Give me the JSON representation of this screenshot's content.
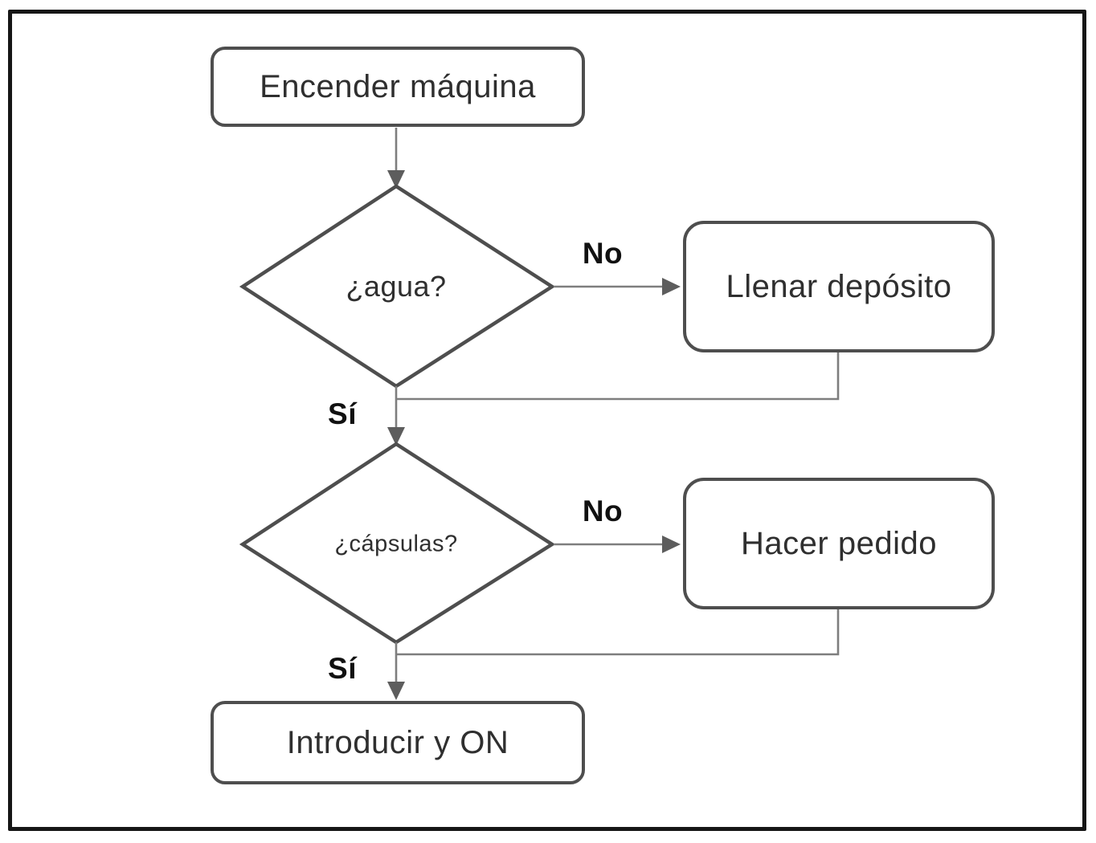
{
  "diagram": {
    "title_hint": "Coffee machine start-up flowchart (Spanish)",
    "nodes": {
      "start": {
        "label": "Encender máquina",
        "type": "process"
      },
      "agua": {
        "label": "¿agua?",
        "type": "decision"
      },
      "llenar": {
        "label": "Llenar depósito",
        "type": "process"
      },
      "capsulas": {
        "label": "¿cápsulas?",
        "type": "decision"
      },
      "hacer": {
        "label": "Hacer pedido",
        "type": "process"
      },
      "introducir": {
        "label": "Introducir y ON",
        "type": "process"
      }
    },
    "edges": {
      "no_agua": {
        "label": "No"
      },
      "si_agua": {
        "label": "Sí"
      },
      "no_capsulas": {
        "label": "No"
      },
      "si_capsulas": {
        "label": "Sí"
      }
    },
    "colors": {
      "node_border": "#4e4e4e",
      "connector": "#7e7e7e",
      "arrowhead": "#5d5d5d",
      "node_text": "#2f2f2f",
      "branch_label": "#111111",
      "frame": "#161616",
      "background": "#ffffff"
    }
  }
}
